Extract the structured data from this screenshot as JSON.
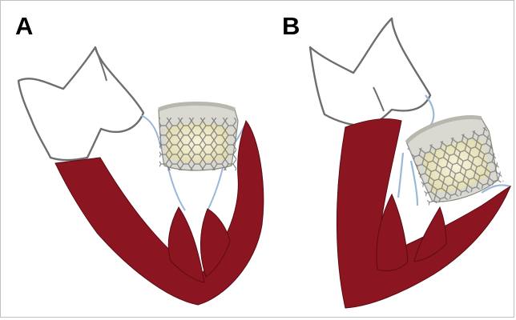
{
  "panels": [
    {
      "label": "A"
    },
    {
      "label": "B"
    }
  ],
  "colors": {
    "myocardium": "#8b1520",
    "myocardium_edge": "#5c0c13",
    "outline": "#6e6e6e",
    "chordae": "#9bb8d9",
    "valve_tissue": "#d9d9d2",
    "valve_leaflet": "#f1ecc8",
    "stent_wire": "#7a7a7a"
  },
  "icons": [
    "heart-left-ventricle-illustration",
    "transcatheter-valve-stent-illustration"
  ]
}
